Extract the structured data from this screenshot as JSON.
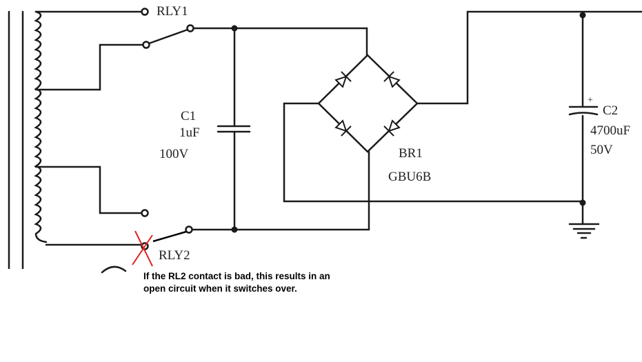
{
  "labels": {
    "rly1": "RLY1",
    "rly2": "RLY2",
    "c1_name": "C1",
    "c1_value": "1uF",
    "c1_voltage": "100V",
    "br1_name": "BR1",
    "br1_part": "GBU6B",
    "c2_name": "C2",
    "c2_value": "4700uF",
    "c2_voltage": "50V",
    "c2_polarity": "+"
  },
  "annotation": {
    "line1": "If the RL2 contact is bad, this results in an",
    "line2": "open circuit when it switches over."
  },
  "colors": {
    "wire": "#1a1a1a",
    "marker": "#e02020",
    "annotation": "#000000"
  }
}
